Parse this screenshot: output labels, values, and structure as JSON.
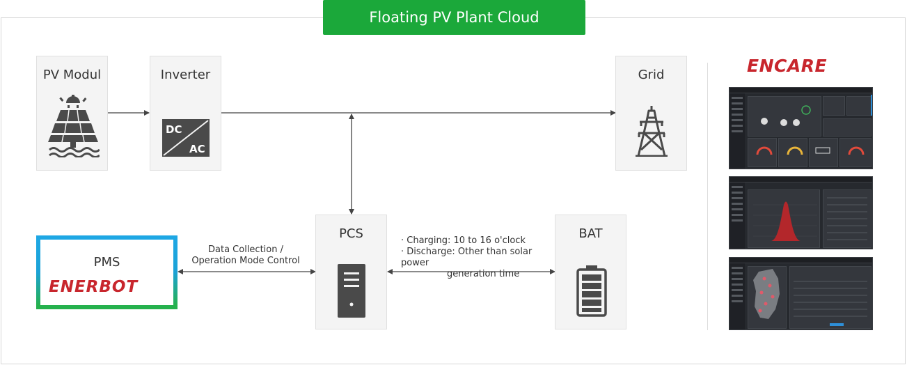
{
  "title": "Floating PV Plant Cloud",
  "nodes": {
    "pv_module": {
      "label": "PV Modul",
      "icon": "solar-panel-icon"
    },
    "inverter": {
      "label": "Inverter",
      "icon": "dc-ac-converter-icon",
      "dc": "DC",
      "ac": "AC"
    },
    "grid": {
      "label": "Grid",
      "icon": "transmission-tower-icon"
    },
    "pcs": {
      "label": "PCS",
      "icon": "server-tower-icon"
    },
    "bat": {
      "label": "BAT",
      "icon": "battery-icon"
    },
    "pms": {
      "label": "PMS",
      "logo_text": "ENERBOT"
    }
  },
  "connections": {
    "pms_pcs_line1": "Data Collection /",
    "pms_pcs_line2": "Operation Mode Control",
    "pcs_bat_line1": "· Charging: 10 to 16 o'clock",
    "pcs_bat_line2": "· Discharge: Other than solar power",
    "pcs_bat_line3": "generation time"
  },
  "right_panel": {
    "logo_text": "ENCARE",
    "screenshots": [
      "dashboard-screenshot",
      "generation-chart-screenshot",
      "map-screenshot"
    ]
  },
  "colors": {
    "banner_green": "#1ba83a",
    "logo_red": "#c8262d",
    "pms_border_blue": "#1ea7e4",
    "pms_border_green": "#25b14c",
    "icon_gray": "#4a4a4a"
  }
}
